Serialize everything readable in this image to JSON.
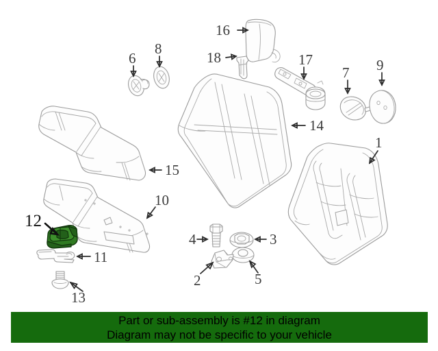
{
  "diagram": {
    "title": "Rear seat assembly exploded parts diagram",
    "highlight_color": "#2f7a22",
    "line_color": "#9b9b9b",
    "background_color": "#ffffff",
    "highlighted_part_number": "12",
    "callouts": [
      {
        "number": "1",
        "label": "1",
        "part": "rear seat back frame panel",
        "highlighted": false
      },
      {
        "number": "2",
        "label": "2",
        "part": "mounting bracket",
        "highlighted": false
      },
      {
        "number": "3",
        "label": "3",
        "part": "flange nut",
        "highlighted": false
      },
      {
        "number": "4",
        "label": "4",
        "part": "hex flange bolt",
        "highlighted": false
      },
      {
        "number": "5",
        "label": "5",
        "part": "washer / grommet",
        "highlighted": false
      },
      {
        "number": "6",
        "label": "6",
        "part": "round cap with stud",
        "highlighted": false
      },
      {
        "number": "7",
        "label": "7",
        "part": "oval trim cap with pin",
        "highlighted": false
      },
      {
        "number": "8",
        "label": "8",
        "part": "round cap",
        "highlighted": false
      },
      {
        "number": "9",
        "label": "9",
        "part": "oval cover plate",
        "highlighted": false
      },
      {
        "number": "10",
        "label": "10",
        "part": "seat cushion frame pan",
        "highlighted": false
      },
      {
        "number": "11",
        "label": "11",
        "part": "wire striker clip",
        "highlighted": false
      },
      {
        "number": "12",
        "label": "12",
        "part": "seat latch / catch bracket",
        "highlighted": true
      },
      {
        "number": "13",
        "label": "13",
        "part": "shoulder bolt",
        "highlighted": false
      },
      {
        "number": "14",
        "label": "14",
        "part": "rear seat back cushion cover",
        "highlighted": false
      },
      {
        "number": "15",
        "label": "15",
        "part": "rear seat cushion pad",
        "highlighted": false
      },
      {
        "number": "16",
        "label": "16",
        "part": "head restraint",
        "highlighted": false
      },
      {
        "number": "17",
        "label": "17",
        "part": "seat belt buckle assembly",
        "highlighted": false
      },
      {
        "number": "18",
        "label": "18",
        "part": "head restraint guide",
        "highlighted": false
      }
    ]
  },
  "banner": {
    "background_color": "#156b0d",
    "text_color": "#000000",
    "line1": "Part or sub-assembly is #12 in diagram",
    "line2": "Diagram may not be specific to your vehicle"
  }
}
